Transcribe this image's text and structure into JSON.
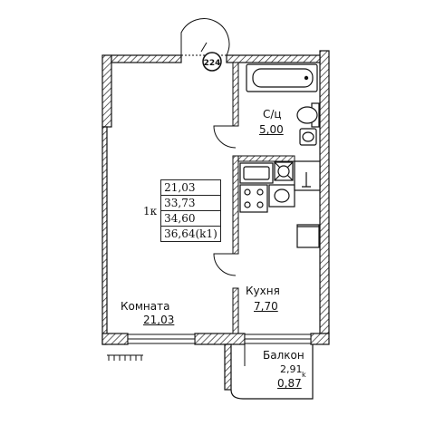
{
  "apartment_number": "224",
  "summary": {
    "rooms": "1к",
    "areas": [
      "21,03",
      "33,73",
      "34,60",
      "36,64(k1)"
    ]
  },
  "rooms": {
    "bathroom": {
      "name": "С/ц",
      "area": "5,00"
    },
    "kitchen": {
      "name": "Кухня",
      "area": "7,70"
    },
    "living_room": {
      "name": "Комната",
      "area": "21,03"
    },
    "balcony": {
      "name": "Балкон",
      "area": "2,91",
      "coef": "0,87",
      "note": "k"
    }
  }
}
